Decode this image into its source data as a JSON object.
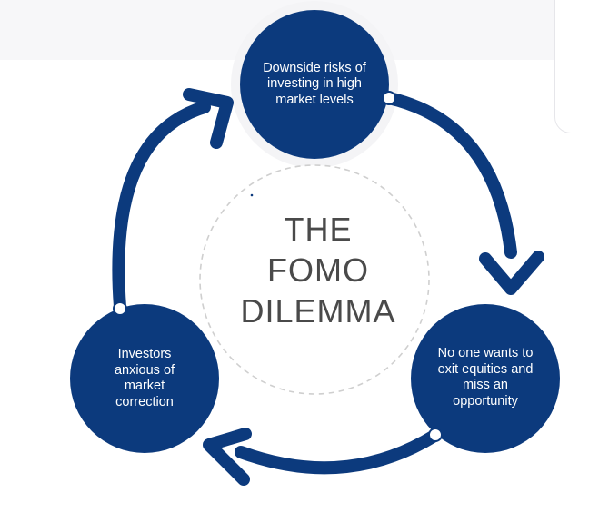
{
  "diagram": {
    "center_lines": [
      "THE",
      "FOMO",
      "DILEMMA"
    ],
    "nodes": [
      {
        "id": "top",
        "label": "Downside risks of investing in high market levels"
      },
      {
        "id": "right",
        "label": "No one wants to exit equities and miss an opportunity"
      },
      {
        "id": "left",
        "label": "Investors anxious of market correction"
      }
    ],
    "colors": {
      "node_fill": "#0c3a7d",
      "arrow": "#0c3a7d",
      "center_text": "#4a4a4a",
      "dashed_circle": "#cfcfcf"
    }
  }
}
